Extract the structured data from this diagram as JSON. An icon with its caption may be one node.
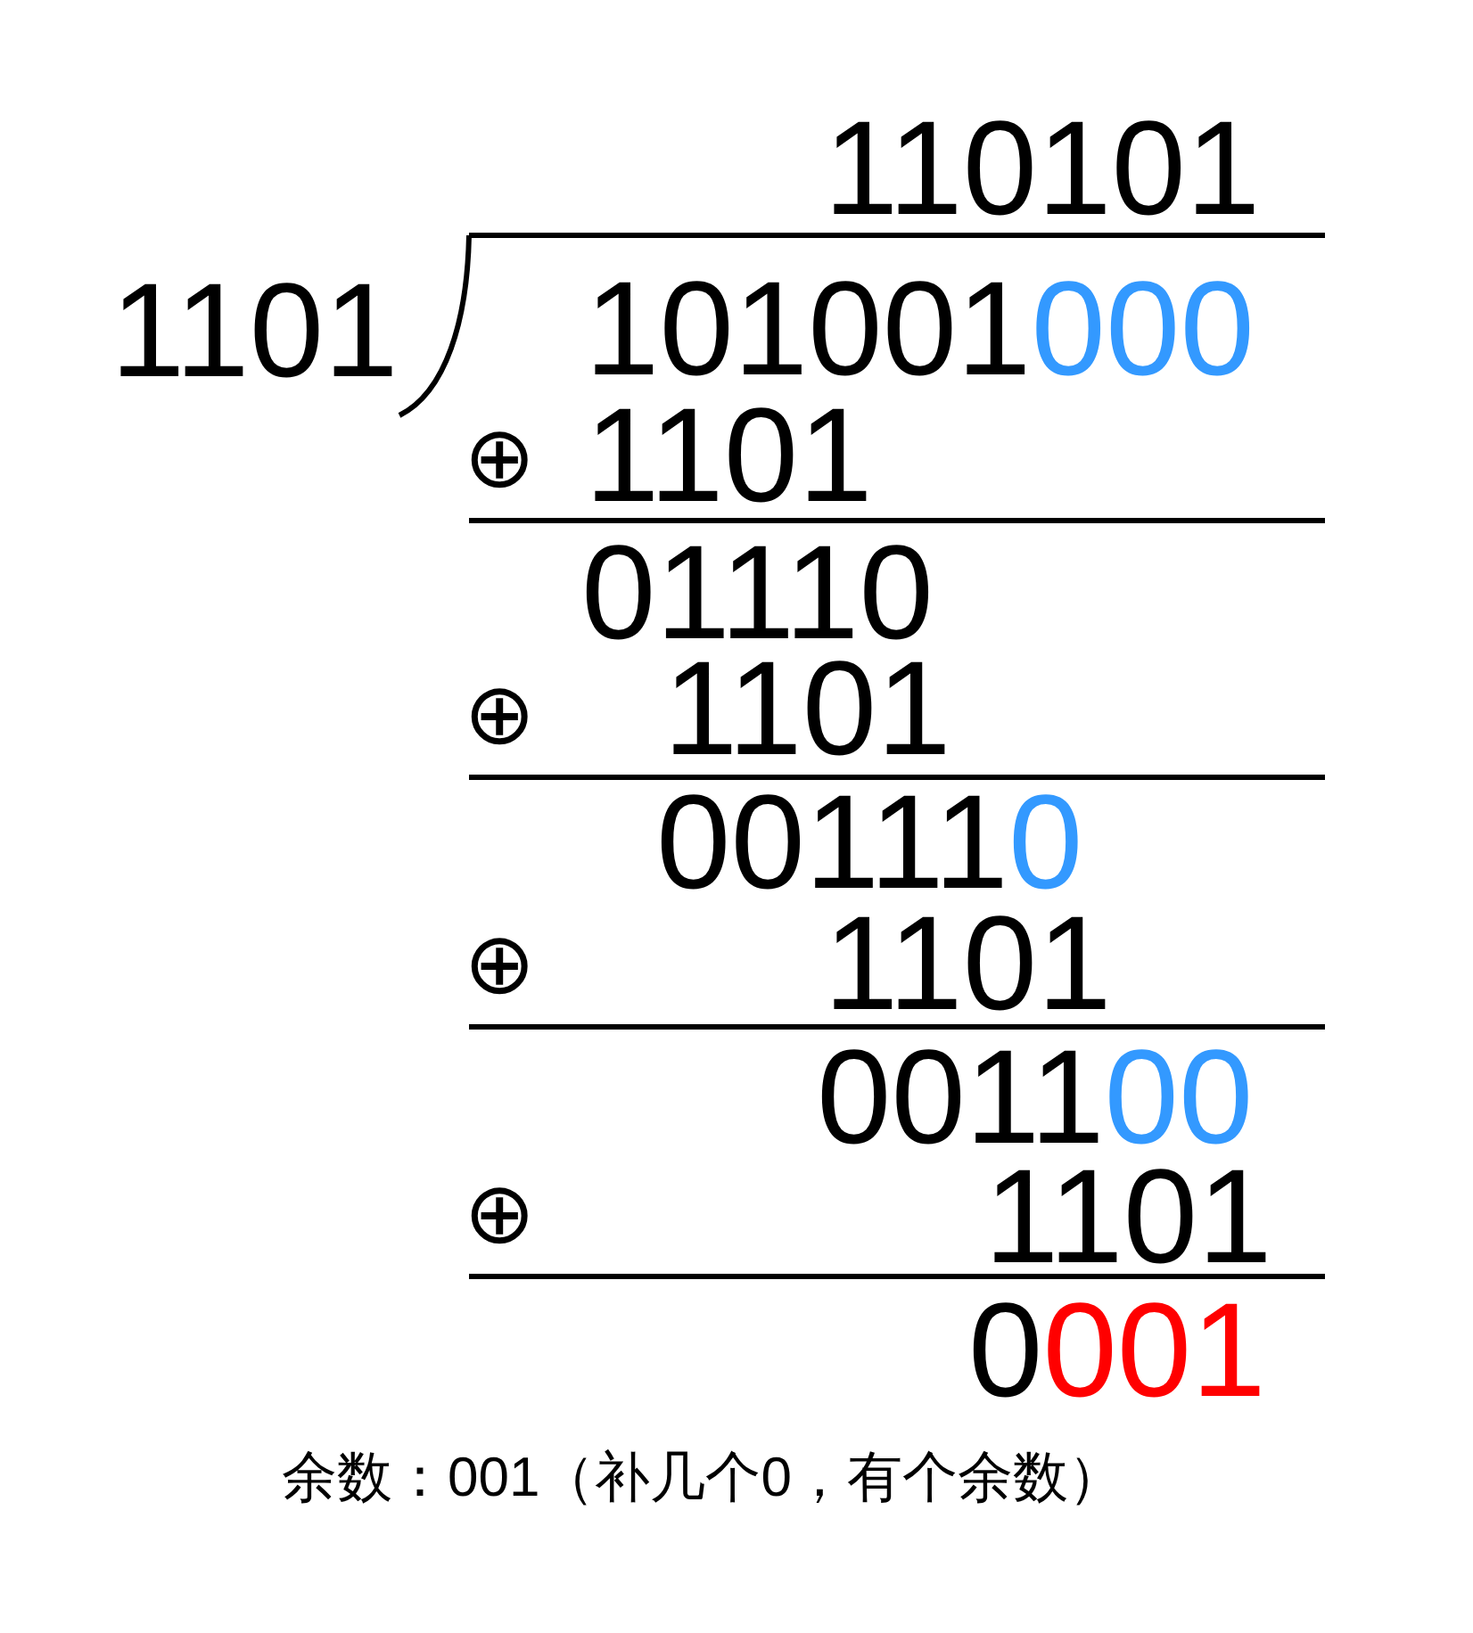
{
  "diagram": {
    "labels": [
      "110101",
      "1101",
      "101001",
      "000",
      "⊕",
      "1101",
      "01110",
      "⊕",
      "1101",
      "00111",
      "0",
      "⊕",
      "1101",
      "0011",
      "00",
      "⊕",
      "1101",
      "0",
      "001",
      "余数：001（补几个0，有个余数）"
    ]
  }
}
